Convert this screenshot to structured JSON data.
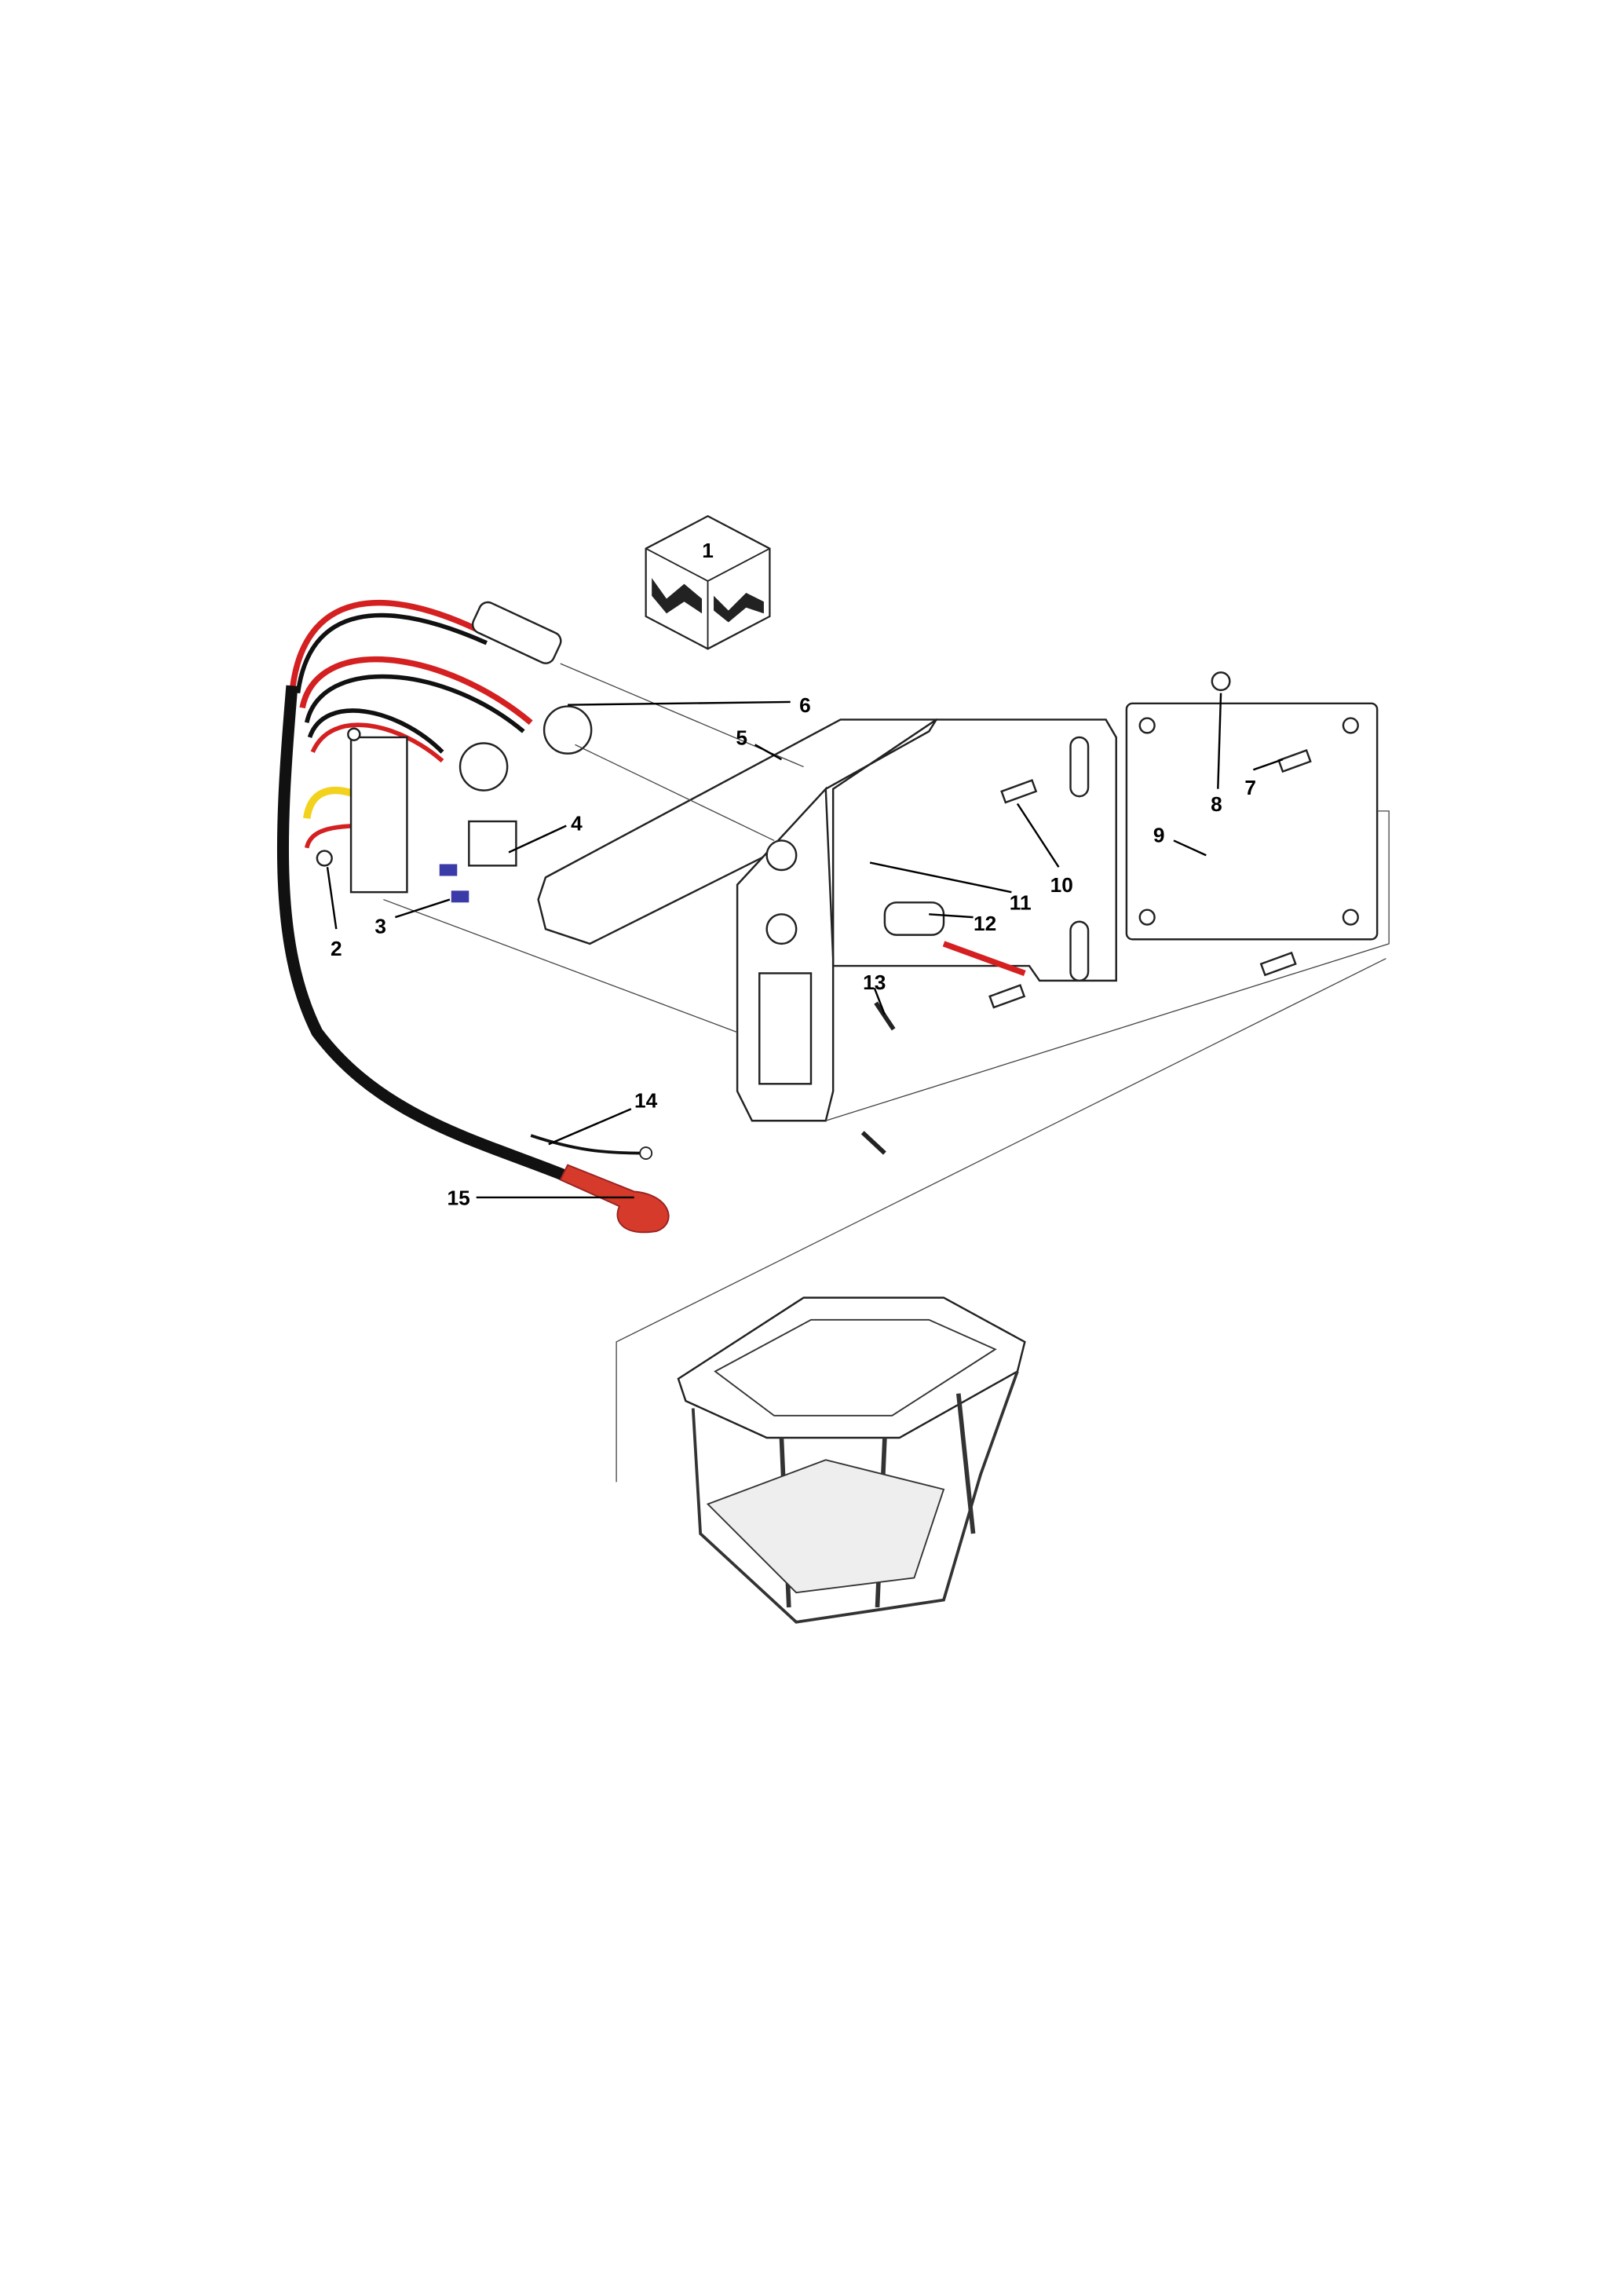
{
  "diagram": {
    "kit_label": "1",
    "callouts": [
      "2",
      "3",
      "4",
      "5",
      "6",
      "7",
      "8",
      "9",
      "10",
      "11",
      "12",
      "13",
      "14",
      "15"
    ],
    "colors": {
      "wire_red": "#d42020",
      "wire_black": "#111111",
      "wire_yellow": "#f2d21c",
      "boot_red": "#d63a2a",
      "fuse_blue": "#3a3aa8"
    }
  }
}
